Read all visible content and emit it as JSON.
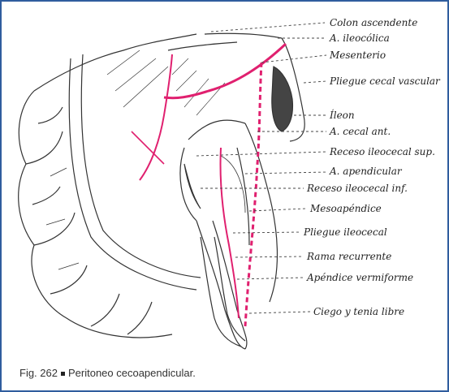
{
  "labels": {
    "colon_ascendente": "Colon ascendente",
    "a_ileocolica": "A. ileocólica",
    "mesenterio": "Mesenterio",
    "pliegue_cecal_vascular": "Pliegue cecal vascular",
    "ileon": "Íleon",
    "a_cecal_ant": "A. cecal ant.",
    "receso_ileocecal_sup": "Receso ileocecal sup.",
    "a_apendicular": "A. apendicular",
    "receso_ileocecal_inf": "Receso ileocecal inf.",
    "mesoapendice": "Mesoapéndice",
    "pliegue_ileocecal": "Pliegue ileocecal",
    "rama_recurrente": "Rama recurrente",
    "apendice_vermiforme": "Apéndice vermiforme",
    "ciego_tenia_libre": "Ciego y tenia libre"
  },
  "caption": {
    "fig_number": "Fig. 262",
    "text": "Peritoneo cecoapendicular."
  },
  "colors": {
    "frame": "#2f5d9e",
    "artery": "#e0206f",
    "ink": "#333333"
  }
}
